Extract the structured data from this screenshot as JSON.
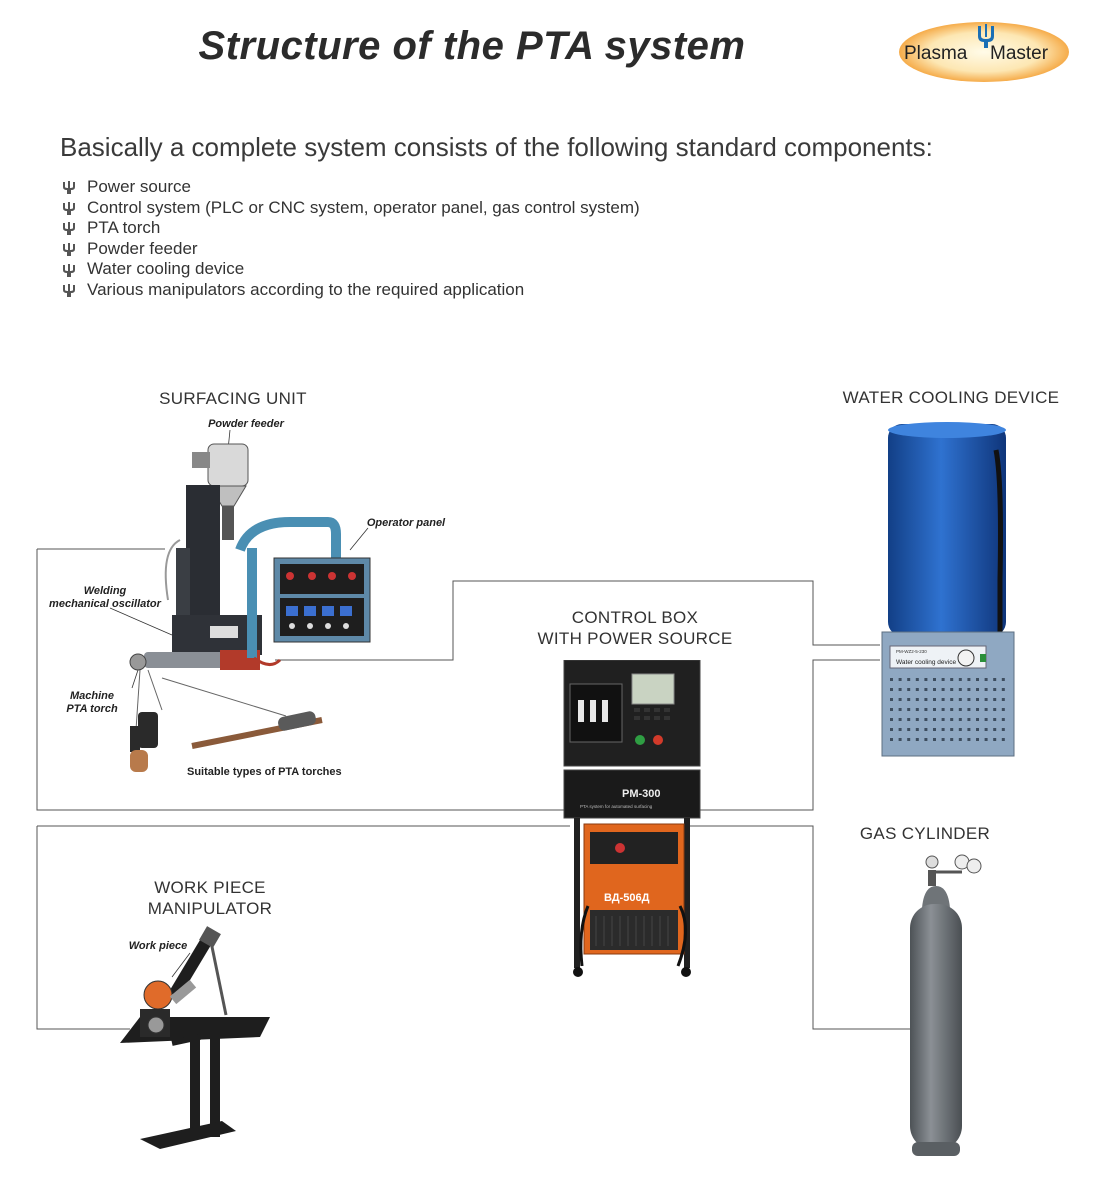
{
  "header": {
    "title": "Structure of the PTA system",
    "logo": {
      "left_word": "Plasma",
      "right_word": "Master",
      "colors": {
        "outer": "#f39a2b",
        "inner": "#fde7b3",
        "mark": "#1a6fb5"
      }
    }
  },
  "intro": "Basically a complete system consists of the following standard components:",
  "components": [
    "Power source",
    "Control system (PLC or CNC system, operator panel, gas control system)",
    "PTA torch",
    "Powder feeder",
    "Water cooling device",
    "Various manipulators according to the required application"
  ],
  "diagram": {
    "surfacing_unit": {
      "title": "SURFACING UNIT",
      "callouts": {
        "powder_feeder": "Powder feeder",
        "operator_panel": "Operator panel",
        "oscillator_line1": "Welding",
        "oscillator_line2": "mechanical oscillator",
        "torch_line1": "Machine",
        "torch_line2": "PTA torch",
        "torch_types": "Suitable types of PTA torches"
      }
    },
    "water_cooling": {
      "title": "WATER COOLING DEVICE",
      "plate_label": "Water cooling device",
      "plate_code": "PM-WZ2-5-230"
    },
    "control_box": {
      "title_line1": "CONTROL BOX",
      "title_line2": "WITH POWER SOURCE",
      "model": "PM-300",
      "model_sub": "PTA system for automated surfacing",
      "rectifier": "ВД-506Д"
    },
    "gas_cylinder": {
      "title": "GAS CYLINDER"
    },
    "work_piece": {
      "title_line1": "WORK PIECE",
      "title_line2": "MANIPULATOR",
      "callout": "Work piece"
    }
  },
  "colors": {
    "line": "#555555",
    "barrel": "#1f5fb8",
    "cooler_body": "#8fa8c2",
    "control_frame": "#202020",
    "rectifier": "#e0661e",
    "cylinder": "#6f7478",
    "panel_blue": "#5e89a8"
  }
}
